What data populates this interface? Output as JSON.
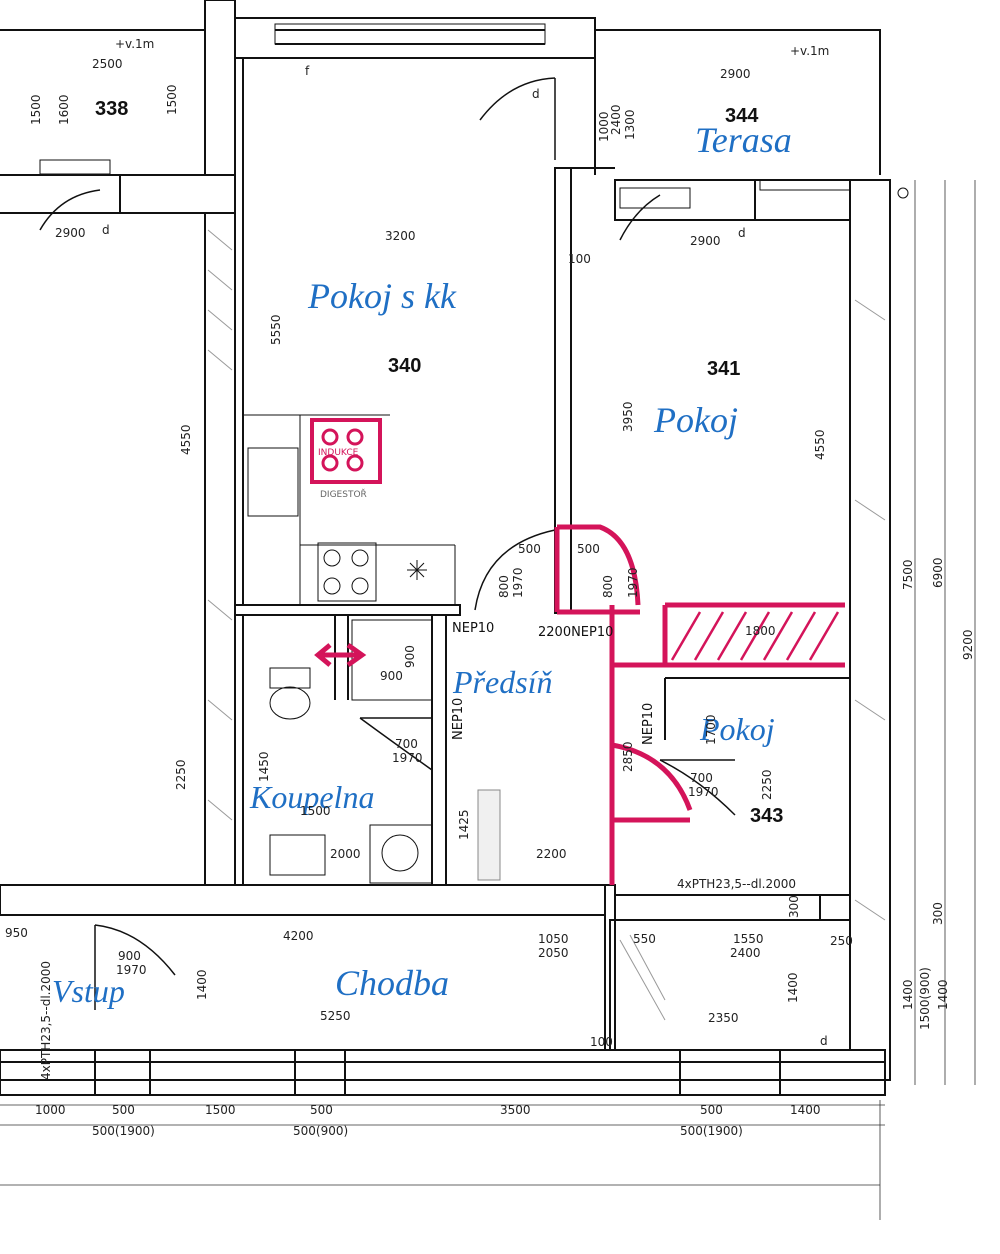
{
  "rooms": {
    "r338": "338",
    "r344": "344",
    "r340": "340",
    "r341": "341",
    "r343": "343"
  },
  "labels": {
    "terasa": "Terasa",
    "pokoj_kk": "Pokoj s kk",
    "pokoj_341": "Pokoj",
    "predsin": "Předsíň",
    "pokoj_343": "Pokoj",
    "koupelna": "Koupelna",
    "chodba": "Chodba",
    "vstup": "Vstup"
  },
  "annotations": {
    "indukce": "INDUKCE",
    "digestor": "DIGESTOŘ",
    "pth_right": "4xPTH23,5--dl.2000",
    "pth_left": "4xPTH23,5--dl.2000",
    "nep_a": "NEP10",
    "nep_b": "2200NEP10",
    "nep_c": "NEP10",
    "nep_d": "NEP10",
    "hv_left": "+v.1m",
    "hv_right": "+v.1m",
    "tag_f": "f",
    "tag_d1": "d",
    "tag_d2": "d",
    "tag_d3": "d",
    "tag_d4": "d"
  },
  "dimensions": {
    "d2500": "2500",
    "d1500a": "1500",
    "d1600a": "1600",
    "d1500b": "1500",
    "d2900a": "2900",
    "d3200": "3200",
    "d5550": "5550",
    "d4550a": "4550",
    "d2250a": "2250",
    "d2900b": "2900",
    "d2900c": "2900",
    "d100a": "100",
    "d3950": "3950",
    "d4550b": "4550",
    "d500a": "500",
    "d500b": "500",
    "d800a": "800",
    "d1970a": "1970",
    "d800b": "800",
    "d1970b": "1970",
    "d1800": "1800",
    "d900a": "900",
    "d900b": "900",
    "d700a": "700",
    "d1970c": "1970",
    "d1450": "1450",
    "d1500c": "1500",
    "d1425": "1425",
    "d2000": "2000",
    "d2200": "2200",
    "d700b": "700",
    "d1970d": "1970",
    "d2850": "2850",
    "d2250b": "2250",
    "d1700": "1700",
    "d950": "950",
    "d4200": "4200",
    "d1050": "1050",
    "d2050": "2050",
    "d550": "550",
    "d1550": "1550",
    "d2400": "2400",
    "d250": "250",
    "d900c": "900",
    "d1970e": "1970",
    "d1400a": "1400",
    "d5250": "5250",
    "d1400b": "1400",
    "d2350": "2350",
    "d1000": "1000",
    "d500c": "500",
    "d500g": "500(1900)",
    "d1500d": "1500",
    "d500d": "500",
    "d500h": "500(900)",
    "d3500": "3500",
    "d500e": "500",
    "d500i": "500(1900)",
    "d1400c": "1400",
    "d7500": "7500",
    "d6900": "6900",
    "d9200": "9200",
    "d300": "300",
    "d1400d": "1400",
    "d1500e": "1500(900)",
    "d1400e": "1400",
    "d100b": "100",
    "d300b": "300",
    "d2400b": "2400",
    "d1300": "1300",
    "d1000b": "1000"
  }
}
